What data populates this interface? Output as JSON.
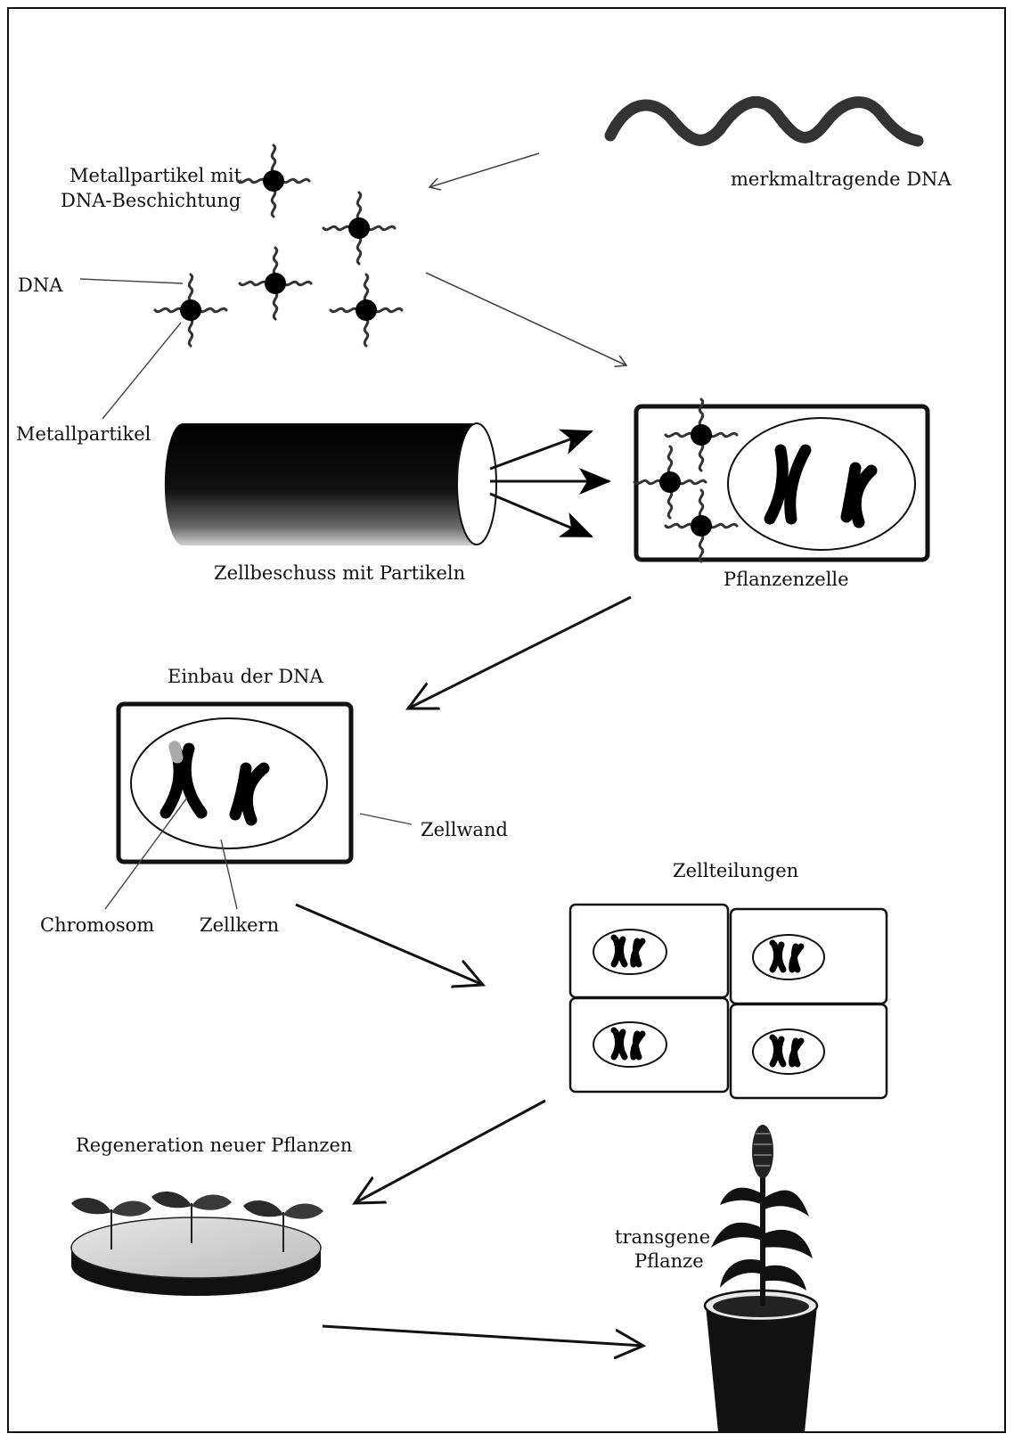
{
  "labels": {
    "coated_particle": [
      "Metallpartikel mit",
      "DNA-Beschichtung"
    ],
    "trait_dna": "merkmaltragende DNA",
    "dna": "DNA",
    "metal_particle": "Metallpartikel",
    "bombardment": "Zellbeschuss mit Partikeln",
    "plant_cell": "Pflanzenzelle",
    "dna_integration": "Einbau der DNA",
    "cell_wall": "Zellwand",
    "chromosome": "Chromosom",
    "nucleus": "Zellkern",
    "cell_divisions": "Zellteilungen",
    "regeneration": "Regeneration neuer Pflanzen",
    "transgenic_plant": [
      "transgene",
      "Pflanze"
    ]
  },
  "colors": {
    "ink": "#111111",
    "soil": "#333333",
    "dish_top": "#d8d8d8"
  }
}
